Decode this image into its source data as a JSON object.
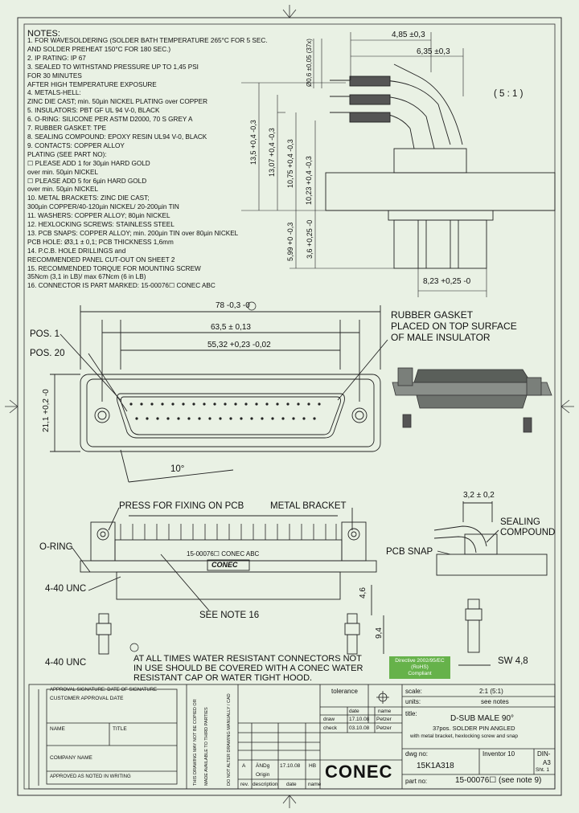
{
  "notes": {
    "title": "NOTES:",
    "lines": [
      "1. FOR WAVESOLDERING (SOLDER BATH TEMPERATURE 265°C FOR 5 SEC.",
      "    AND SOLDER PREHEAT 150°C FOR 180 SEC.)",
      "2. IP RATING: IP 67",
      "3. SEALED TO WITHSTAND PRESSURE UP TO 1,45 PSI",
      "    FOR 30 MINUTES",
      "    AFTER HIGH TEMPERATURE EXPOSURE",
      "4. METALS-HELL:",
      "    ZINC DIE CAST; min. 50µin NICKEL PLATING over COPPER",
      "5. INSULATORS: PBT GF UL 94 V-0, BLACK",
      "6. O-RING: SILICONE PER ASTM D2000, 70 S GREY A",
      "7. RUBBER GASKET: TPE",
      "8. SEALING COMPOUND: EPOXY RESIN UL94 V-0, BLACK",
      "9. CONTACTS: COPPER ALLOY",
      "    PLATING (SEE PART NO):",
      "    ☐ PLEASE ADD 1 for 30µin HARD GOLD",
      "         over min. 50µin NICKEL",
      "    ☐ PLEASE ADD 5 for 6µin HARD GOLD",
      "         over min. 50µin NICKEL",
      "10. METAL BRACKETS: ZINC DIE CAST;",
      "    300µin COPPER/40-120µin NICKEL/ 20-200µin TIN",
      "11. WASHERS: COPPER ALLOY; 80µin NICKEL",
      "12. HEXLOCKING SCREWS: STAINLESS STEEL",
      "13. PCB SNAPS: COPPER ALLOY; min. 200µin TIN over 80µin NICKEL",
      "    PCB HOLE: Ø3,1 ± 0,1; PCB THICKNESS 1,6mm",
      "14. P.C.B. HOLE DRILLINGS and",
      "    RECOMMENDED PANEL CUT-OUT ON SHEET 2",
      "15. RECOMMENDED TORQUE FOR MOUNTING SCREW",
      "    35Ncm (3,1 in LB)/ max 67Ncm (6 in LB)",
      "16. CONNECTOR IS PART MARKED: 15-00076☐ CONEC ABC"
    ]
  },
  "side_view": {
    "dim_pin": "Ø0,6 ±0,05 (37x)",
    "dim_485": "4,85 ±0,3",
    "dim_635": "6,35 ±0,3",
    "dim_135": "13,5 +0,4 -0,3",
    "dim_1307": "13,07 +0,4 -0,3",
    "dim_1075": "10,75 +0,4 -0,3",
    "dim_1023": "10,23 +0,4 -0,3",
    "dim_599": "5,99 +0 -0,3",
    "dim_36": "3,6 +0,25 -0",
    "dim_823": "8,23 +0,25 -0",
    "scale": "( 5 : 1 )"
  },
  "front_view": {
    "dim_78": "78 -0,3 -0",
    "dim_635w": "63,5 ± 0,13",
    "dim_5532": "55,32 +0,23 -0,02",
    "dim_211": "21,1 +0,2 -0",
    "pos1": "POS. 1",
    "pos20": "POS. 20",
    "angle": "10°",
    "gasket": [
      "RUBBER GASKET",
      "PLACED ON TOP SURFACE",
      "OF MALE INSULATOR"
    ]
  },
  "bottom_view": {
    "press": "PRESS FOR FIXING ON PCB",
    "bracket": "METAL BRACKET",
    "oring": "O-RING",
    "unc1": "4-40 UNC",
    "unc2": "4-40 UNC",
    "marking": "15-00076☐ CONEC ABC",
    "logo": "CONEC",
    "note16": "SEE NOTE 16",
    "dim_46": "4,6",
    "dim_94": "9,4",
    "pcb_snap": "PCB SNAP",
    "dim_32": "3,2 ± 0,2",
    "sealing": [
      "SEALING",
      "COMPOUND"
    ],
    "sw": "SW 4,8",
    "warning": [
      "AT ALL TIMES WATER RESISTANT CONNECTORS NOT",
      "IN USE SHOULD BE COVERED WITH A CONEC WATER",
      "RESISTANT CAP OR WATER TIGHT HOOD."
    ],
    "rohs": [
      "Directive 2002/95/EC",
      "(RoHS)",
      "Compliant"
    ]
  },
  "title_block": {
    "approval_head": "APPROVAL SIGNATURE: DATE OF SIGNATURE",
    "customer": "CUSTOMER APPROVAL DATE",
    "name": "NAME",
    "title": "TITLE",
    "company": "COMPANY NAME",
    "approved": "APPROVED AS NOTED IN WRITING",
    "tolerance": "tolerance",
    "scale_lbl": "scale:",
    "scale_val": "2:1 (5:1)",
    "units_lbl": "units:",
    "units_val": "see notes",
    "title_lbl": "title:",
    "title_1": "D-SUB MALE 90°",
    "title_2": "37pos. SOLDER PIN ANGLED",
    "title_3": "with metal bracket, hexlocking screw and snap",
    "dwg_lbl": "dwg no:",
    "dwg_val": "15K1A318",
    "inventor": "Inventor 10",
    "din": "DIN-",
    "a3": "A3",
    "sheet": "Sht. 1",
    "part_lbl": "part no:",
    "part_val": "15-00076☐ (see note 9)",
    "logo": "CONEC",
    "date_hdr": "date",
    "name_hdr": "name",
    "draw_lbl": "draw",
    "check_lbl": "check",
    "draw_date": "17.10.08",
    "draw_name": "Petzer",
    "check_date": "03.10.08",
    "check_name": "Petzer",
    "rev_lbl": "rev.",
    "desc_lbl": "description",
    "rev_date": "date",
    "rev_name": "name",
    "rev_a": "A",
    "rev_a_desc": "ÄNDg",
    "rev_a_date": "17.10.08",
    "rev_a_name": "HB",
    "orig": "Origin",
    "vertical_1": "THIS DRAWING MAY NOT BE COPIED OR",
    "vertical_2": "MADE AVAILABLE TO THIRD PARTIES",
    "vertical_3": "DO NOT ALTER DRAWING MANUALLY / CAD"
  }
}
